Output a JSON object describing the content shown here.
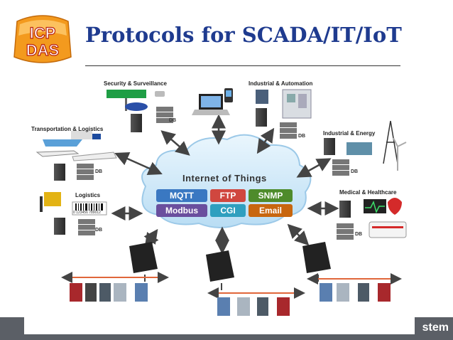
{
  "slide": {
    "title": "Protocols for SCADA/IT/IoT",
    "footer_text": "stem",
    "logo": {
      "line1": "ICP",
      "line2": "DAS"
    }
  },
  "diagram": {
    "center_label": "Internet of Things",
    "protocols": [
      {
        "label": "MQTT",
        "color": "#3a78c2"
      },
      {
        "label": "FTP",
        "color": "#d0473f"
      },
      {
        "label": "SNMP",
        "color": "#4e8b2b"
      },
      {
        "label": "Modbus",
        "color": "#6a4f9e"
      },
      {
        "label": "CGI",
        "color": "#2f9fbf"
      },
      {
        "label": "Email",
        "color": "#c8660f"
      }
    ],
    "categories": {
      "security": "Security & Surveillance",
      "industrial_automation": "Industrial & Automation",
      "transportation": "Transportation & Logistics",
      "industrial_energy": "Industrial & Energy",
      "logistics": "Logistics",
      "medical": "Medical & Healthcare"
    },
    "db_label": "DB",
    "barcode_text": "0 123456 789012"
  },
  "colors": {
    "title": "#1f3b8f",
    "cloud": "#cfe8f8",
    "arrow": "#444444",
    "bus": "#e0663a",
    "footer": "#5b5f66"
  }
}
